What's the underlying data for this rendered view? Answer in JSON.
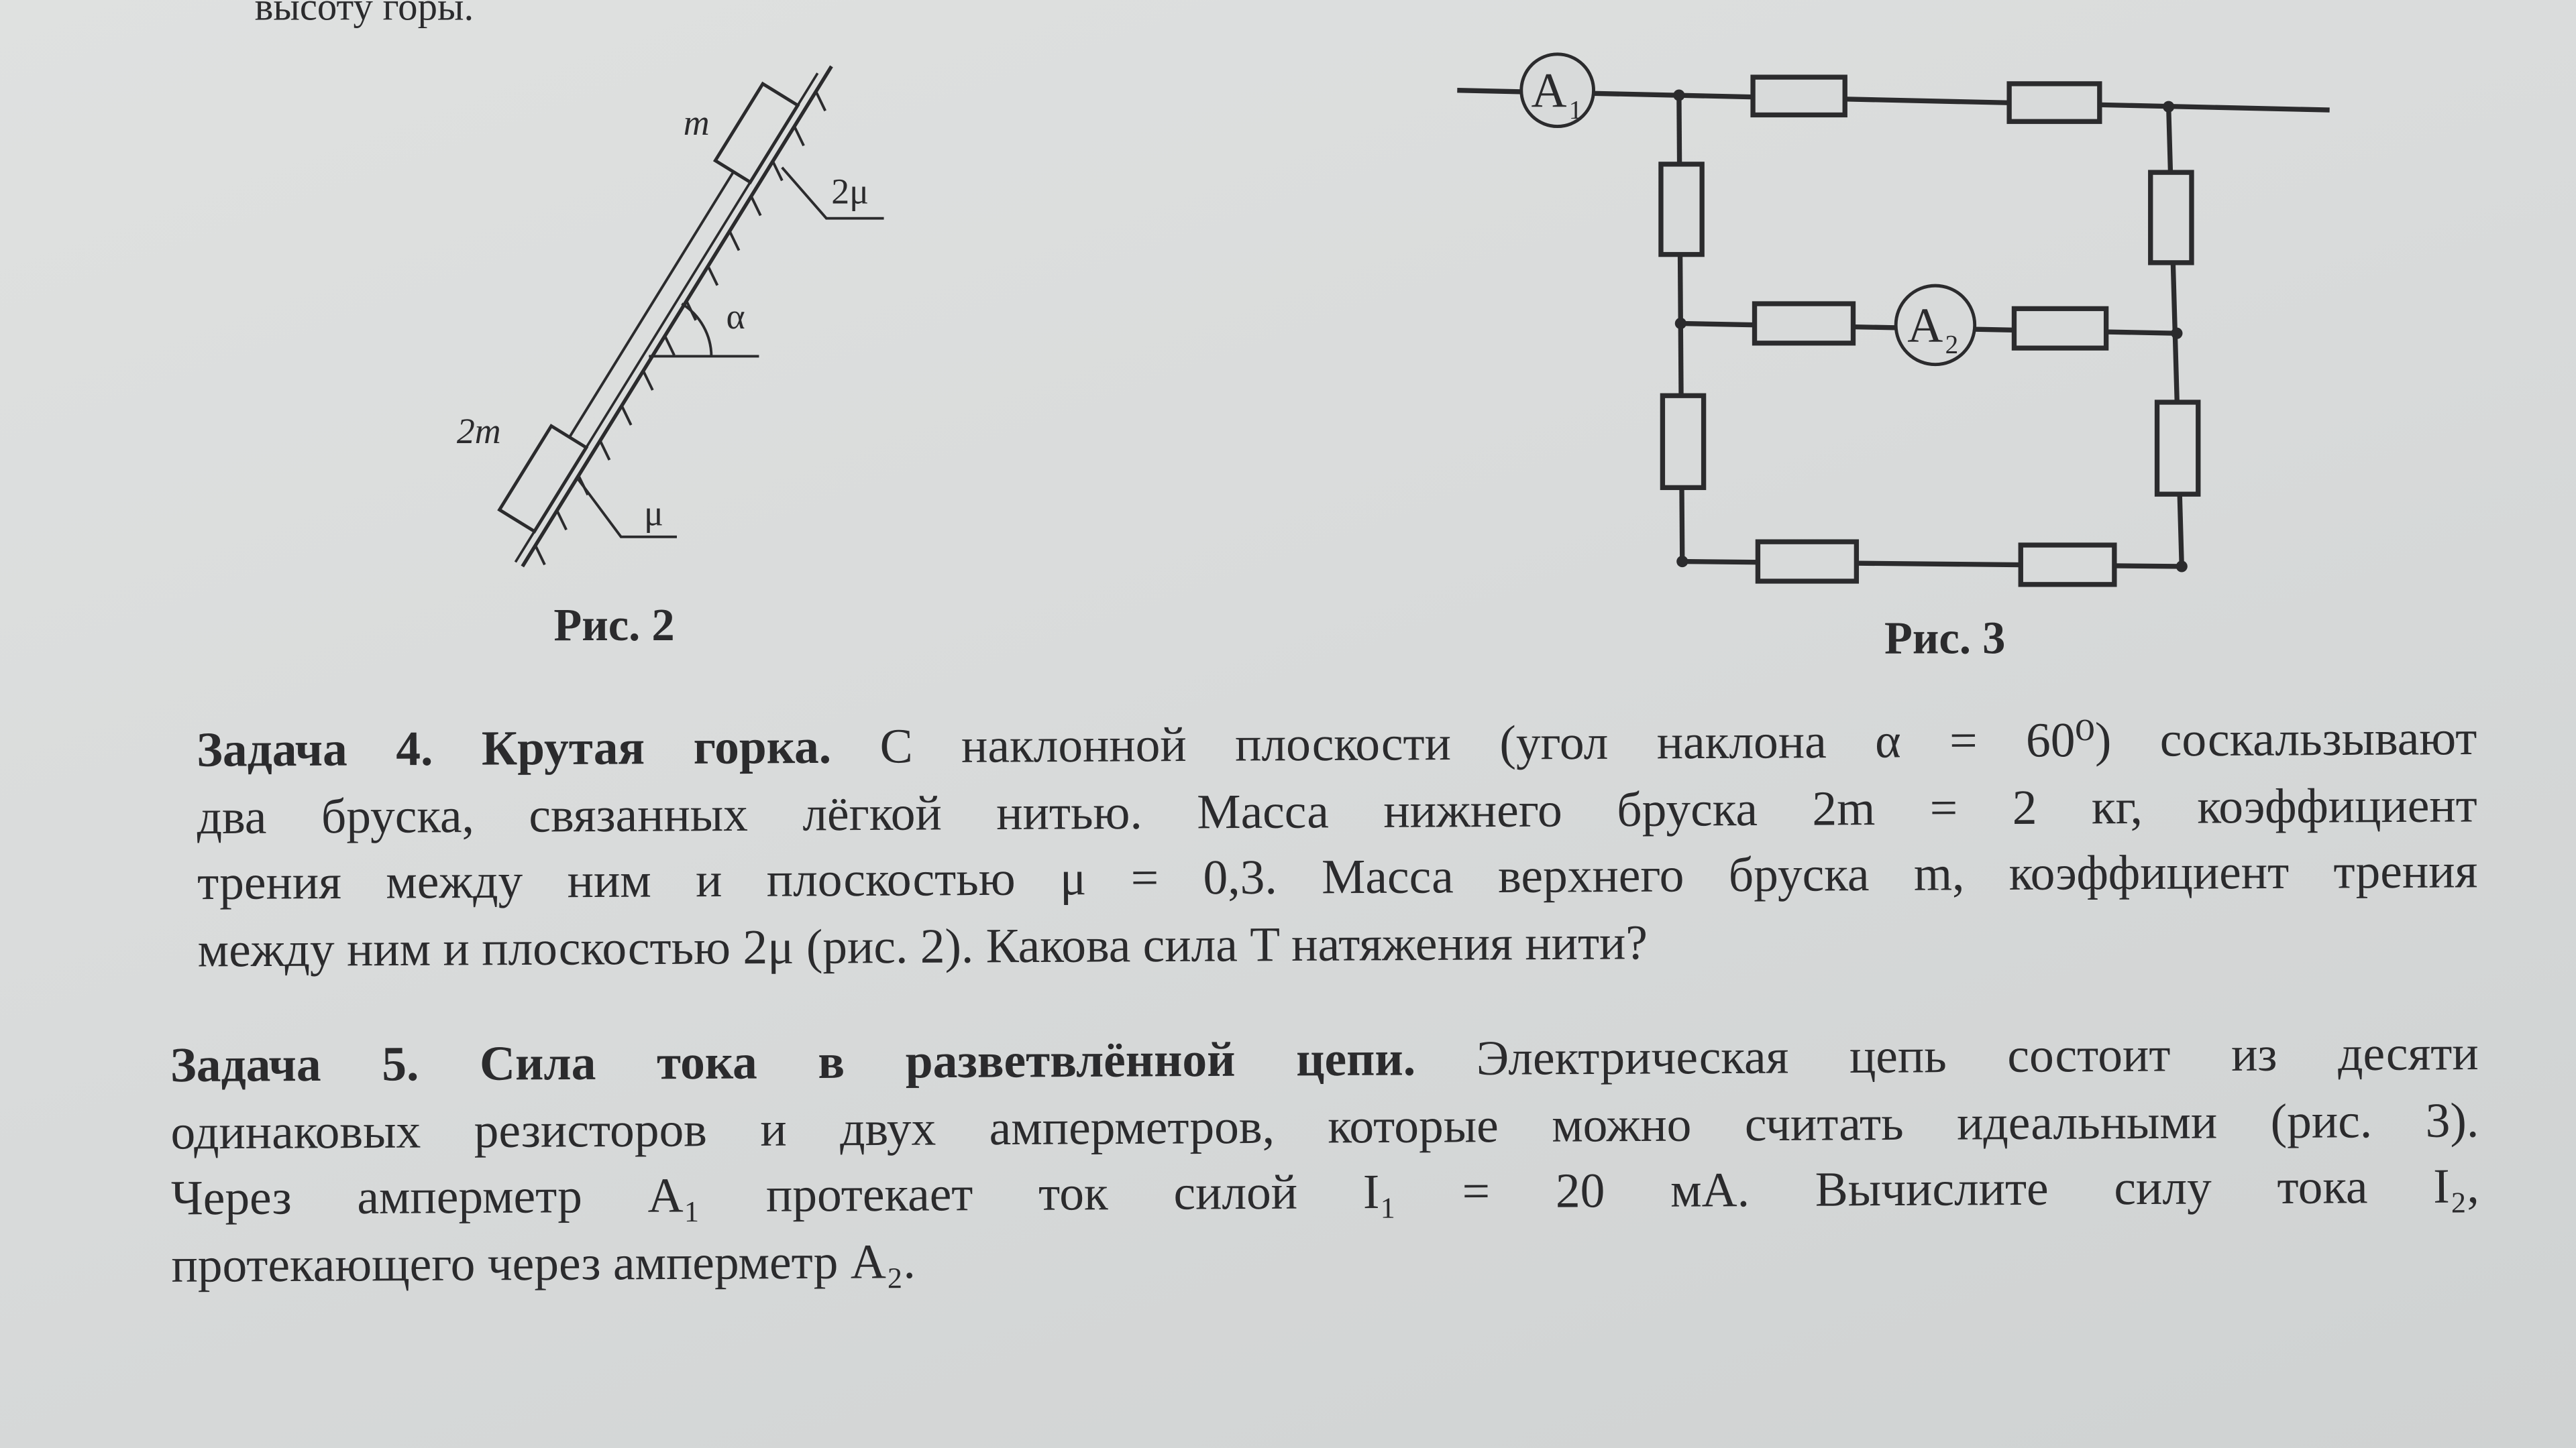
{
  "top_text": "высоту горы.",
  "fig2": {
    "caption": "Рис. 2",
    "labels": {
      "upper_mass": "m",
      "upper_friction": "2μ",
      "angle": "α",
      "lower_mass": "2m",
      "lower_friction": "μ"
    }
  },
  "fig3": {
    "caption": "Рис. 3",
    "ammeter1": "A",
    "ammeter1_sub": "1",
    "ammeter2": "A",
    "ammeter2_sub": "2"
  },
  "task4": {
    "number": "Задача 4.",
    "title": "Крутая горка.",
    "lines": [
      "С наклонной плоскости (угол наклона α = 60⁰) соскальзывают",
      "два бруска, связанных лёгкой нитью. Масса нижнего бруска 2m = 2 кг, коэффициент",
      "трения между ним и плоскостью μ = 0,3. Масса верхнего бруска m, коэффициент трения",
      "между ним и плоскостью 2μ (рис. 2). Какова сила T натяжения нити?"
    ]
  },
  "task5": {
    "number": "Задача 5.",
    "title": "Сила тока в разветвлённой цепи.",
    "lines": [
      "Электрическая цепь состоит из десяти",
      "одинаковых резисторов и двух амперметров, которые можно считать идеальными (рис. 3).",
      "Через амперметр A₁ протекает ток силой I₁ = 20 мА. Вычислите силу тока I₂,",
      "протекающего через амперметр A₂."
    ]
  }
}
